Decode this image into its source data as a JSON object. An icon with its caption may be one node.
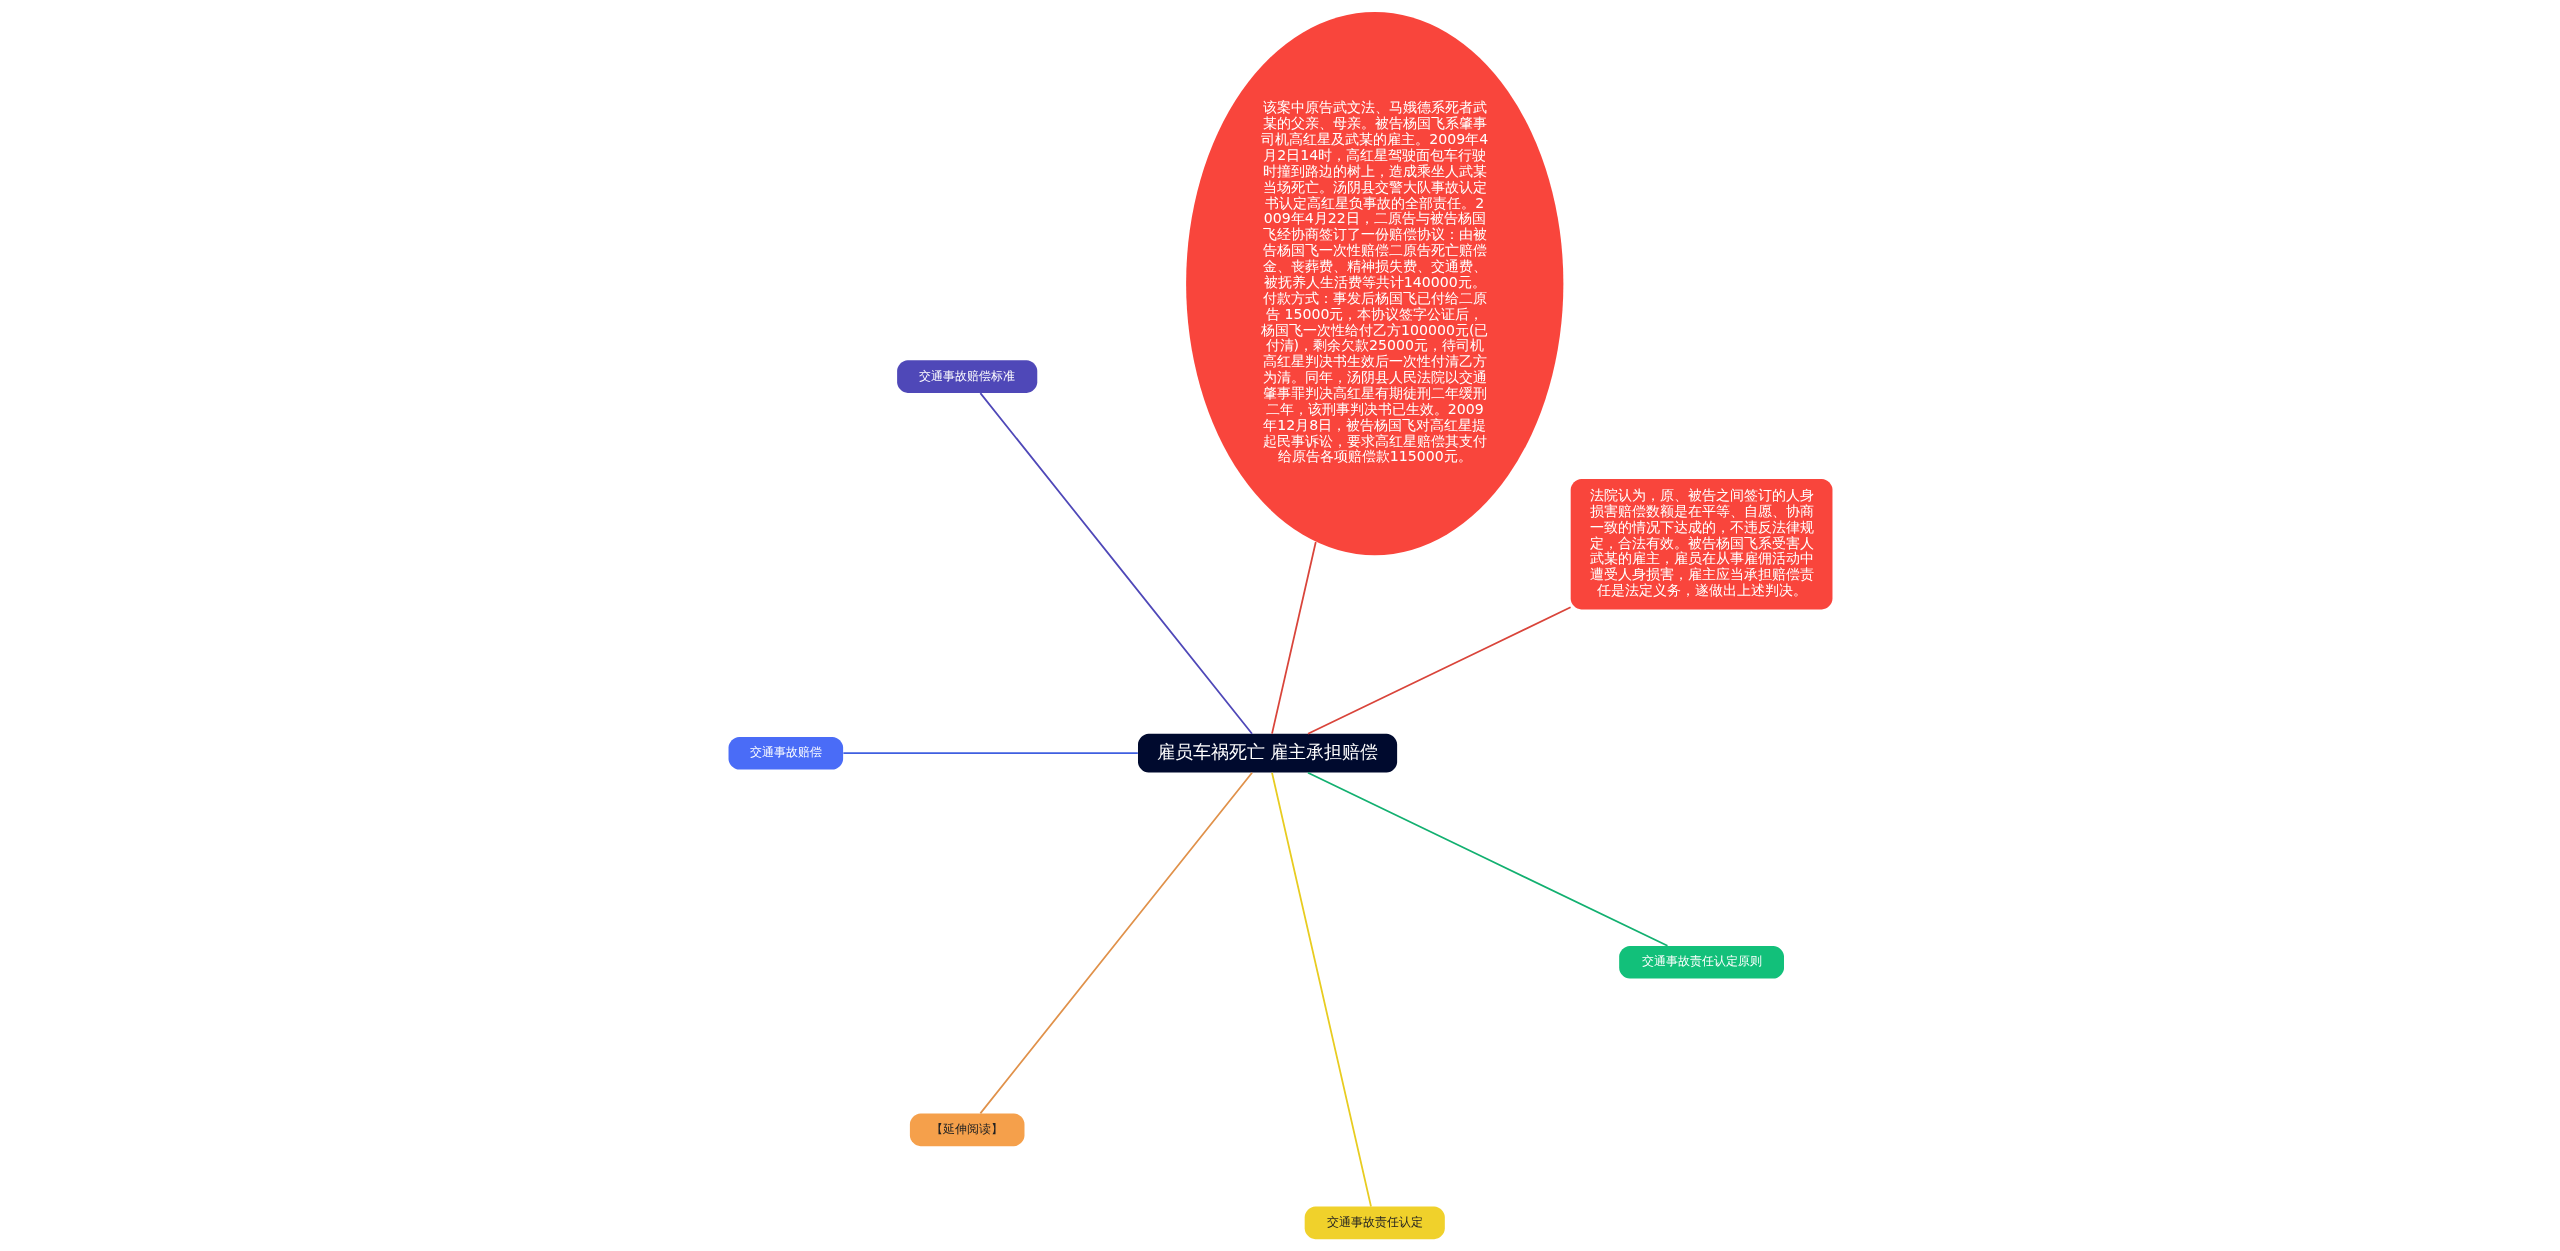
{
  "diagram": {
    "nodes": [
      {
        "text": [
          "雇员车祸死亡 雇主承担赔偿"
        ]
      },
      {
        "text": [
          "法院认为，原、被告之间签订的人身损害赔偿数额是在平等、自愿、协商一致的情况下达成的，不违反法律规定，合法有效。被告杨国飞系受害人武某的雇主，雇员在从事雇佣活动中遭受人身损害，雇主应当承担赔偿责任是法定义务，遂做出上述判决。"
        ]
      },
      {
        "text": [
          "该案中原告武文法、马娥德系死者武某的父亲、母亲。被告杨国飞系肇事司机高红星及武某的雇主。2009年4月2日14时，高红星驾驶面包车行驶时撞到路边的树上，造成乘坐人武某当场死亡。汤阴县交警大队事故认定书认定高红星负事故的全部责任。2009年4月22日，二原告与被告杨国飞经协商签订了一份赔偿协议：由被告杨国飞一次性赔偿二原告死亡赔偿金、丧葬费、精神损失费、交通费、被抚养人生活费等共计140000元。付款方式：事发后杨国飞已付给二原告 15000元，本协议签字公证后，杨国飞一次性给付乙方100000元(已付清)，剩余欠款25000元，待司机高红星判决书生效后一次性付清乙方为清。同年，汤阴县人民法院以交通肇事罪判决高红星有期徒刑二年缓刑二年，该刑事判决书已生效。2009年12月8日，被告杨国飞对高红星提起民事诉讼，要求高红星赔偿其支付给原告各项赔偿款115000元。"
        ]
      },
      {
        "text": [
          "交通事故赔偿标准"
        ]
      },
      {
        "text": [
          "交通事故赔偿"
        ]
      },
      {
        "text": [
          "【延伸阅读】"
        ]
      },
      {
        "text": [
          "交通事故责任认定"
        ]
      },
      {
        "text": [
          "交通事故责任认定原则"
        ]
      }
    ],
    "edges": [
      {
        "from": 0,
        "to": 1,
        "arrow": "none"
      },
      {
        "from": 0,
        "to": 2,
        "arrow": "none"
      },
      {
        "from": 0,
        "to": 3,
        "arrow": "none",
        "color": "#4f48b8"
      },
      {
        "from": 0,
        "to": 4,
        "arrow": "none",
        "color": "#3f5fe0"
      },
      {
        "from": 0,
        "to": 5,
        "arrow": "none",
        "color": "#e0914a"
      },
      {
        "from": 0,
        "to": 6,
        "arrow": "none",
        "color": "#e8cc20"
      },
      {
        "from": 0,
        "to": 7,
        "arrow": "none",
        "color": "#12b070"
      }
    ]
  }
}
